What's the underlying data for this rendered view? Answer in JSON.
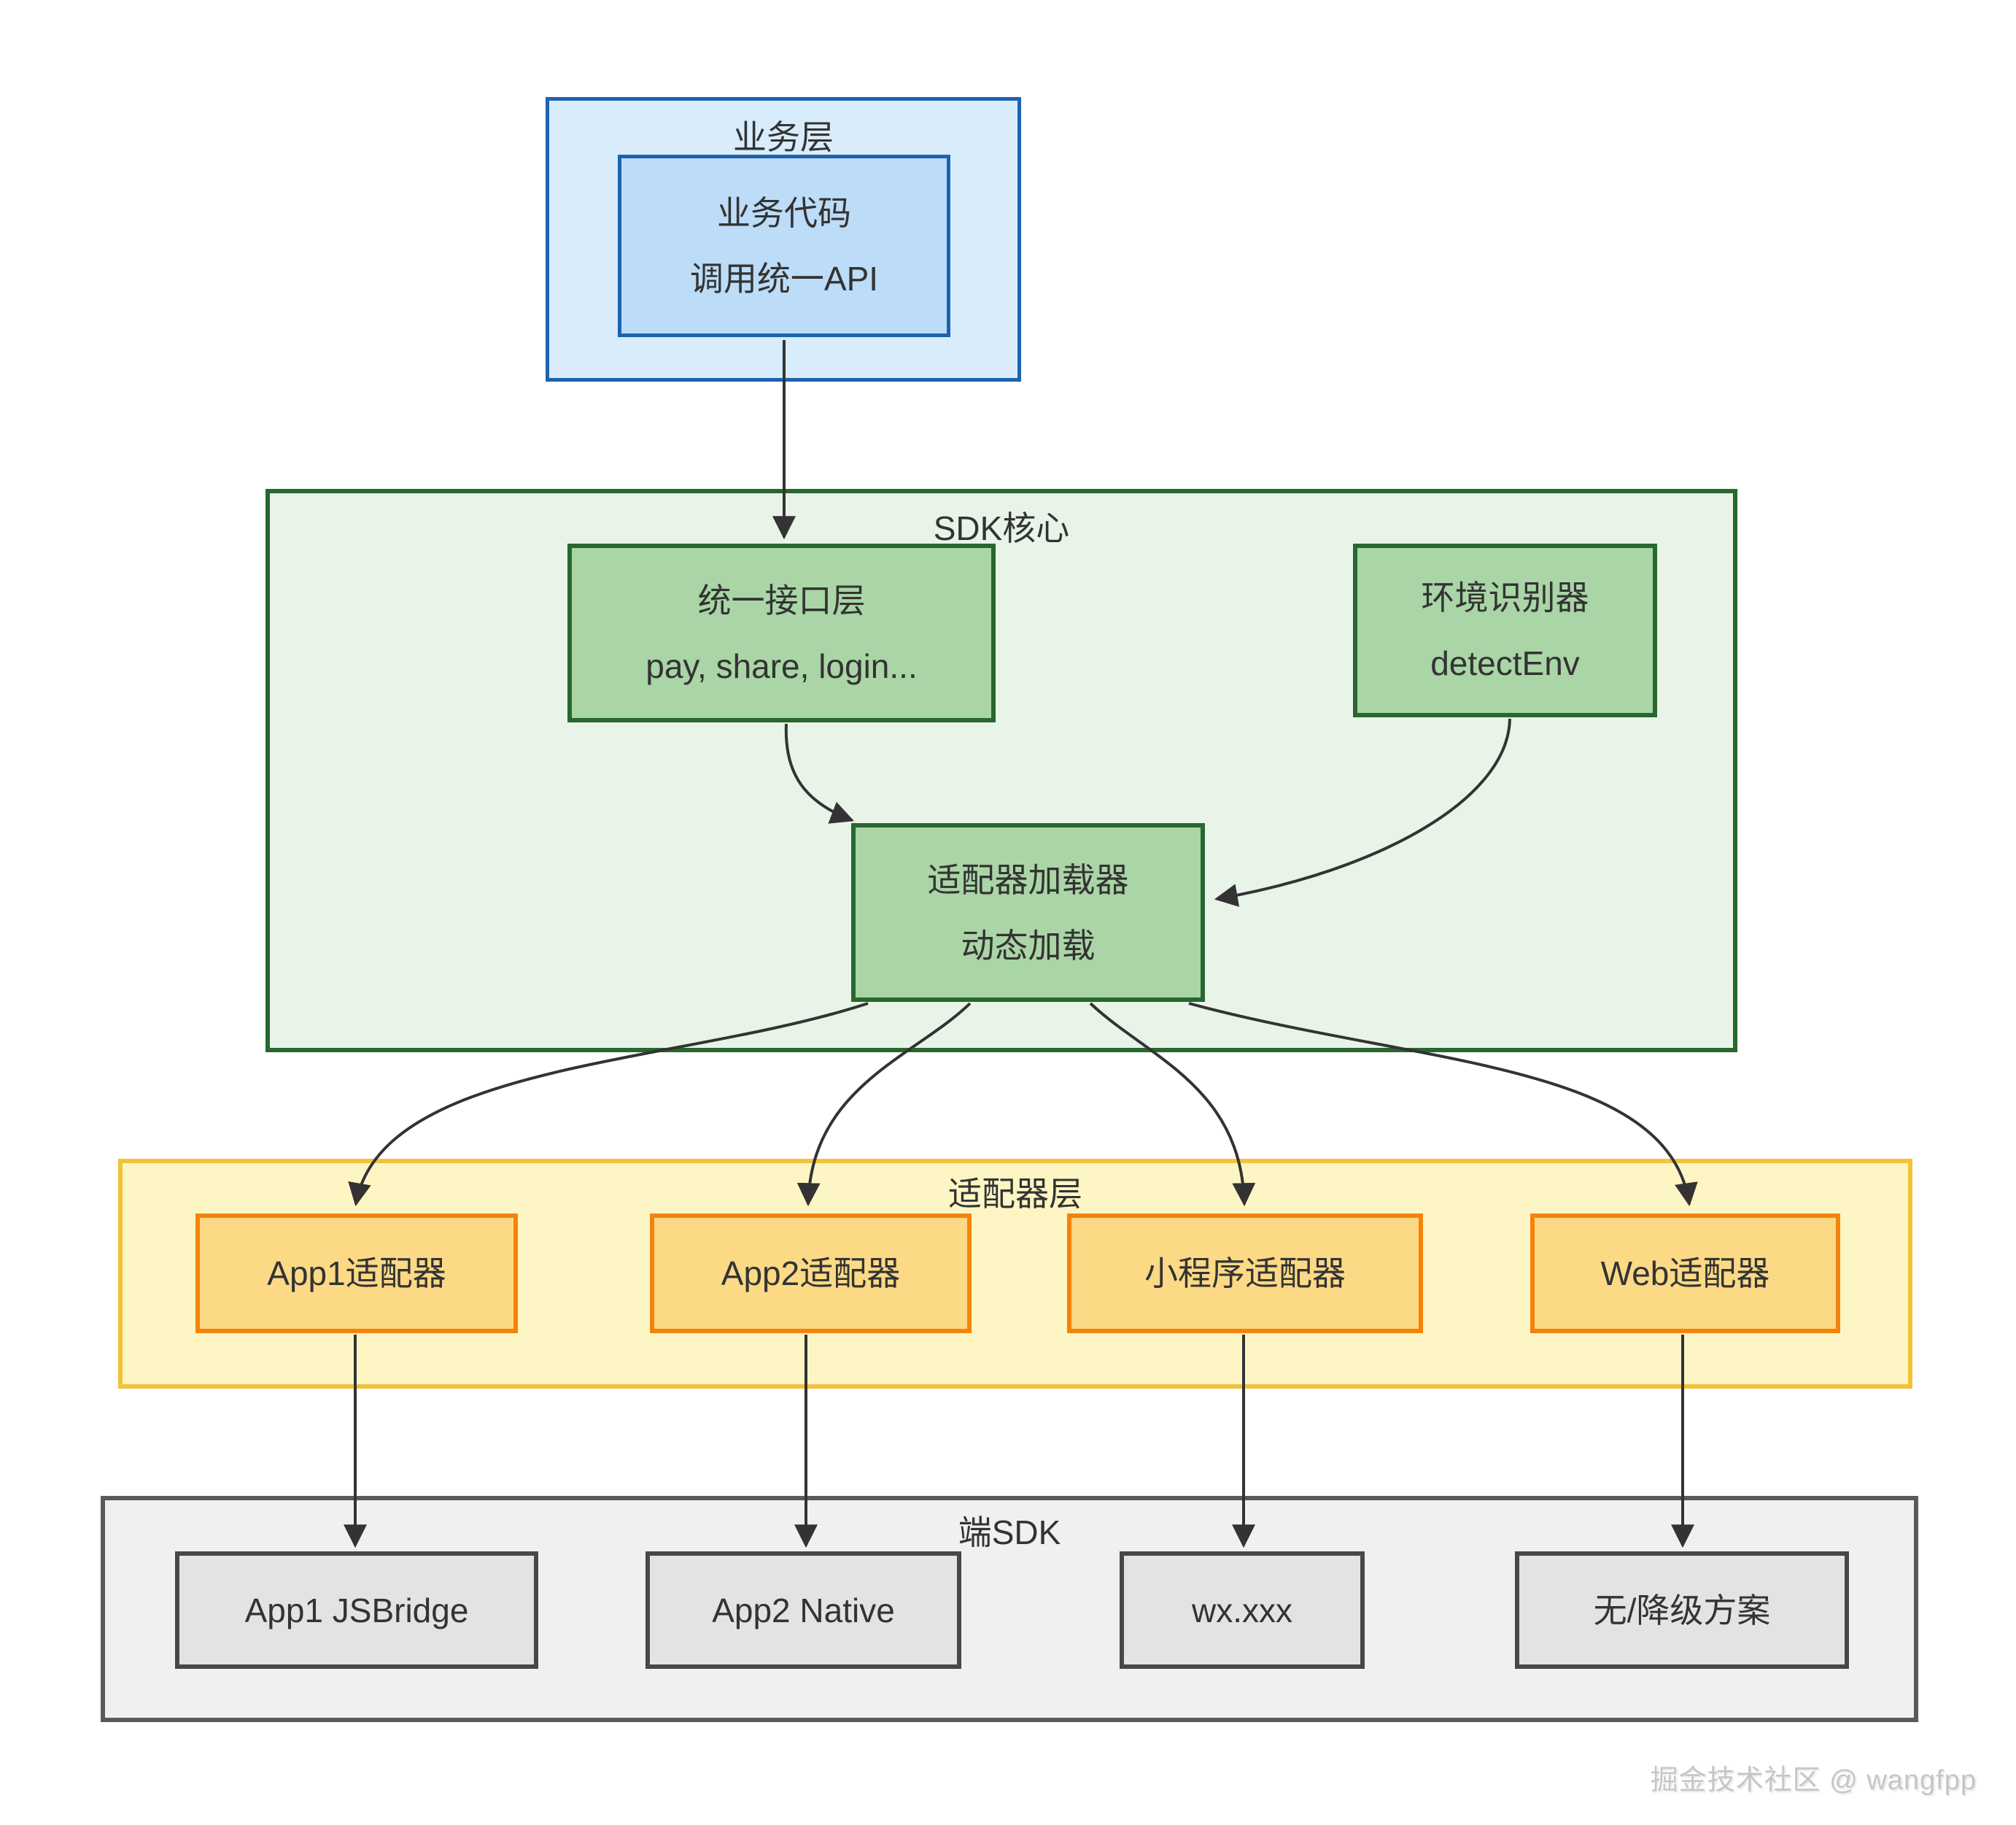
{
  "business_layer": {
    "title": "业务层",
    "code_node": {
      "line1": "业务代码",
      "line2": "调用统一API"
    }
  },
  "sdk_core_layer": {
    "title": "SDK核心",
    "unified_api_node": {
      "line1": "统一接口层",
      "line2": "pay, share, login..."
    },
    "env_detector_node": {
      "line1": "环境识别器",
      "line2": "detectEnv"
    },
    "adapter_loader_node": {
      "line1": "适配器加载器",
      "line2": "动态加载"
    }
  },
  "adapter_layer": {
    "title": "适配器层",
    "nodes": [
      "App1适配器",
      "App2适配器",
      "小程序适配器",
      "Web适配器"
    ]
  },
  "client_sdk_layer": {
    "title": "端SDK",
    "nodes": [
      "App1 JSBridge",
      "App2 Native",
      "wx.xxx",
      "无/降级方案"
    ]
  },
  "watermark": "掘金技术社区 @ wangfpp",
  "colors": {
    "business_fill": "#d8ecfb",
    "business_node_fill": "#bcdcf7",
    "business_border": "#1d63b0",
    "sdk_fill": "#e9f4e9",
    "sdk_node_fill": "#aad5a6",
    "sdk_border": "#28672e",
    "adapter_fill": "#fdf6c4",
    "adapter_node_fill": "#fcd985",
    "adapter_border": "#f3c237",
    "adapter_node_border": "#f5830b",
    "client_fill": "#f0f0f1",
    "client_node_fill": "#e3e3e4",
    "client_border": "#595a5d",
    "client_node_border": "#46474b",
    "arrow": "#333333",
    "text": "#333333",
    "watermark": "#c6c6c6"
  }
}
